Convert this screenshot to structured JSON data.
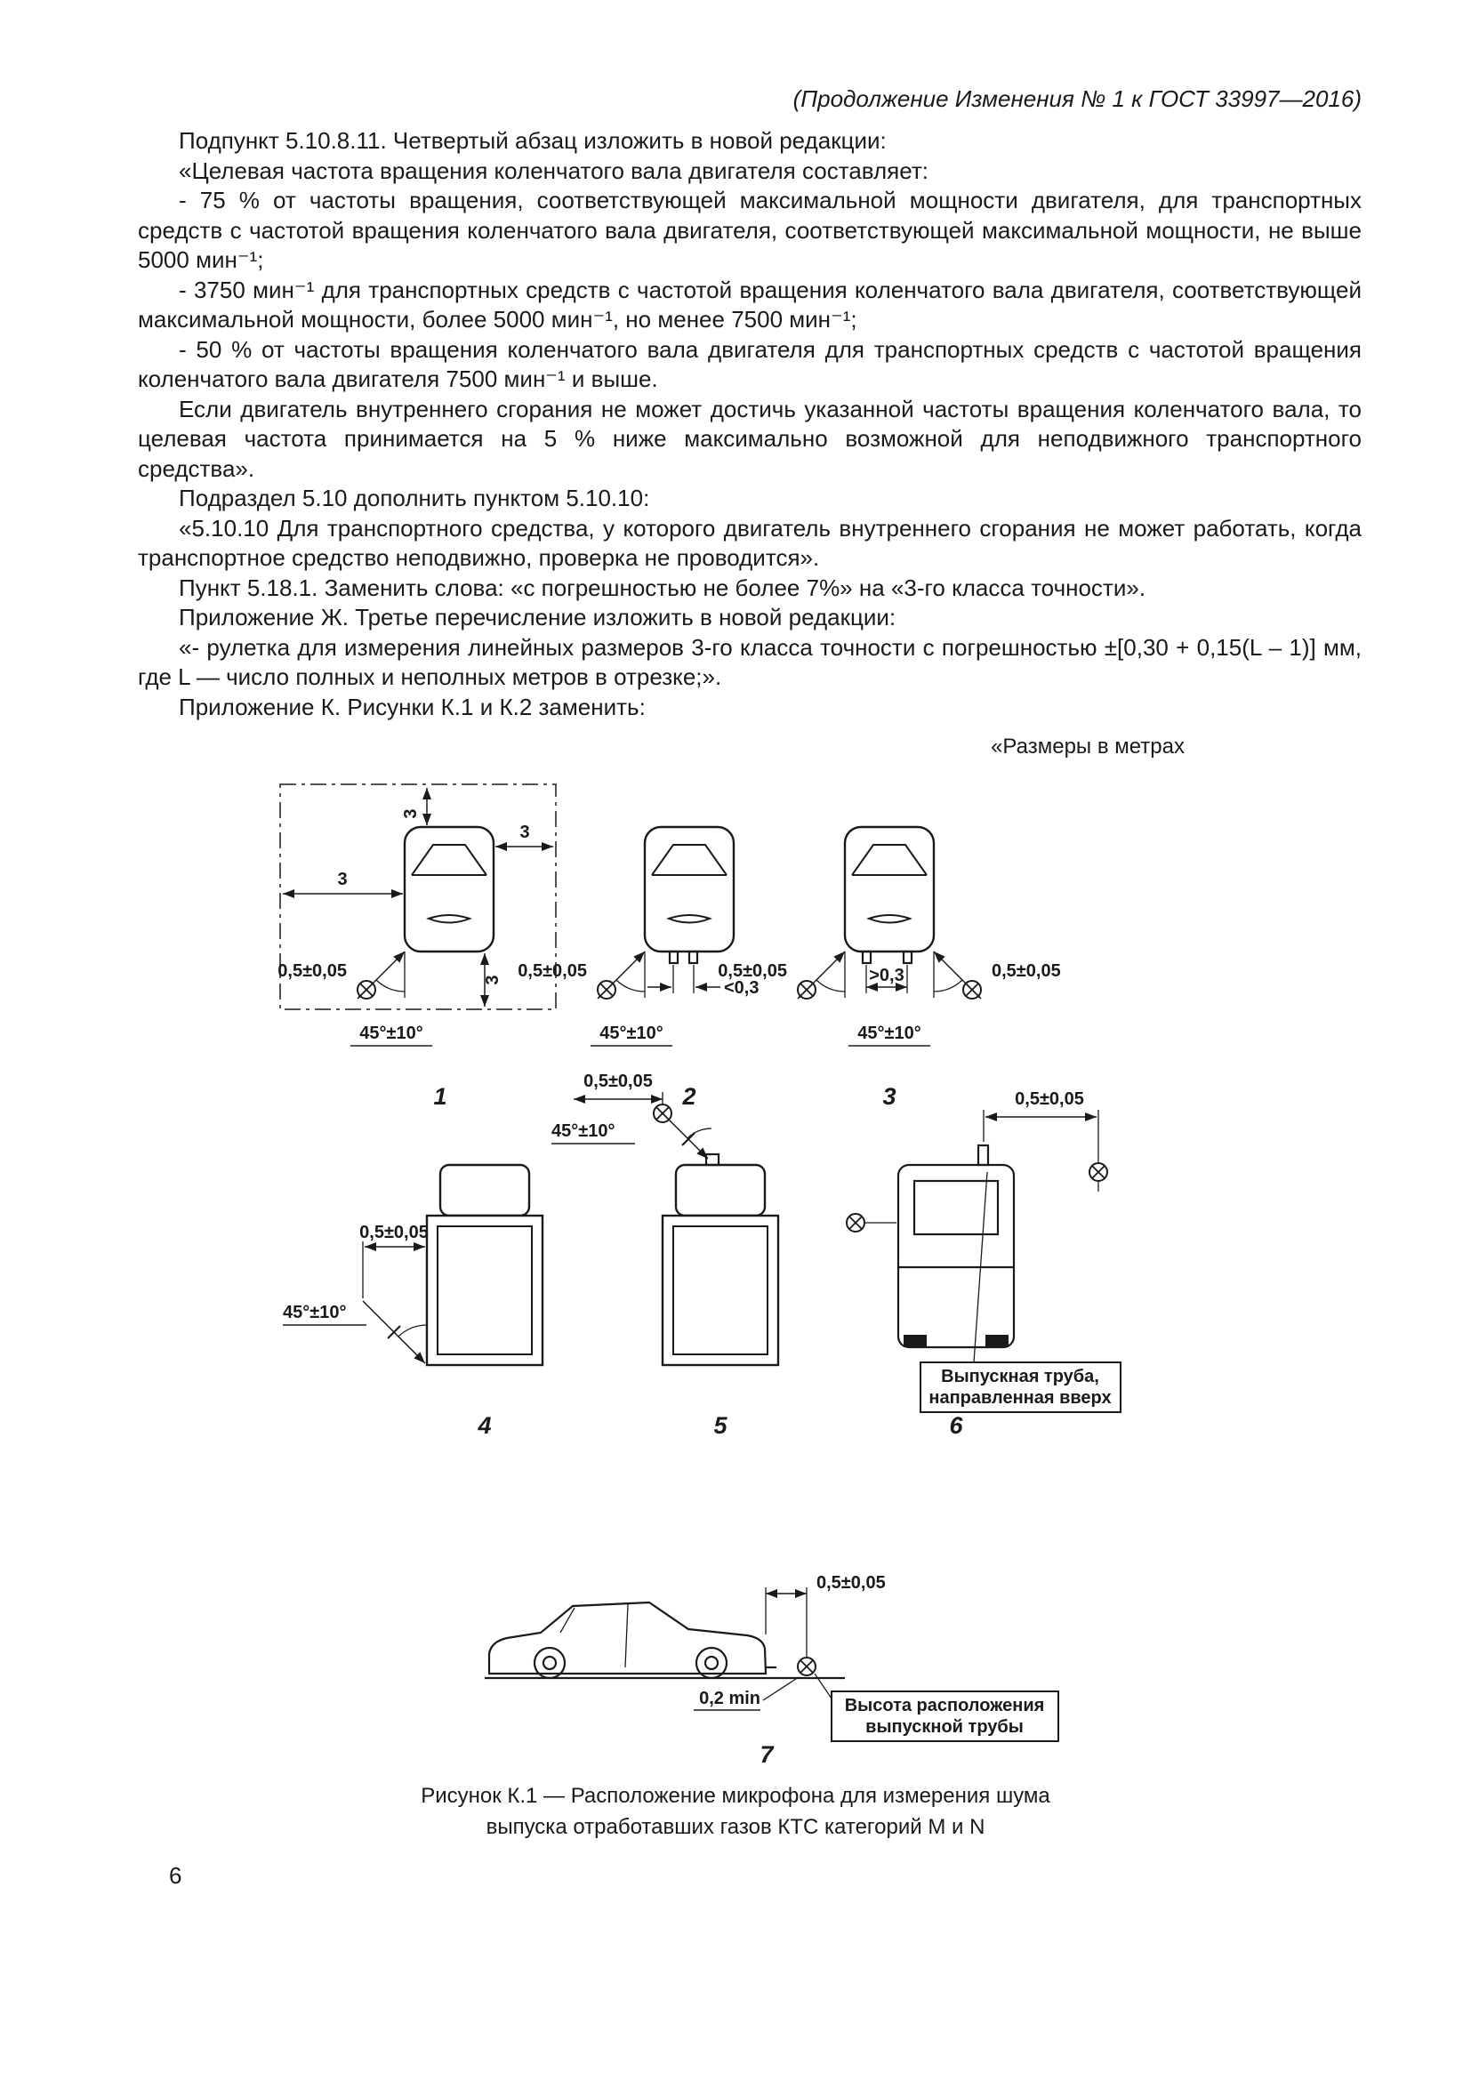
{
  "page": {
    "header": "(Продолжение Изменения № 1 к ГОСТ 33997—2016)",
    "number": "6"
  },
  "paragraphs": [
    "Подпункт 5.10.8.11. Четвертый абзац изложить в новой редакции:",
    "«Целевая частота вращения коленчатого вала двигателя составляет:",
    "- 75 % от частоты вращения, соответствующей максимальной мощности двигателя, для транспортных средств с частотой вращения коленчатого вала двигателя, соответствующей максимальной мощности, не выше 5000 мин⁻¹;",
    "- 3750 мин⁻¹ для транспортных средств с частотой вращения коленчатого вала двигателя, соответствующей максимальной мощности, более 5000 мин⁻¹, но менее 7500 мин⁻¹;",
    "- 50 % от частоты вращения коленчатого вала двигателя для транспортных средств с частотой вращения коленчатого вала двигателя 7500 мин⁻¹ и выше.",
    "Если двигатель внутреннего сгорания не может достичь указанной частоты вращения коленчатого вала, то целевая частота принимается на 5 % ниже максимально возможной для неподвижного транспортного средства».",
    "Подраздел 5.10 дополнить пунктом 5.10.10:",
    "«5.10.10 Для транспортного средства, у которого двигатель внутреннего сгорания не может работать, когда транспортное средство неподвижно, проверка не проводится».",
    "Пункт 5.18.1. Заменить слова: «с погрешностью не более 7%» на «3-го класса точности».",
    "Приложение Ж. Третье перечисление изложить в новой редакции:",
    "«- рулетка для измерения линейных размеров 3-го класса точности с погрешностью ±[0,30 + 0,15(L – 1)] мм, где L — число полных и неполных метров в отрезке;».",
    "Приложение К. Рисунки К.1 и К.2 заменить:"
  ],
  "figure": {
    "units_note": "«Размеры в метрах",
    "labels": {
      "dim_3": "3",
      "dist": "0,5±0,05",
      "angle": "45°±10°",
      "gap_lt": "<0,3",
      "gap_gt": ">0,3",
      "height_min": "0,2 min",
      "pipe_up_line1": "Выпускная труба,",
      "pipe_up_line2": "направленная вверх",
      "pipe_h_line1": "Высота расположения",
      "pipe_h_line2": "выпускной трубы"
    },
    "numbers": {
      "n1": "1",
      "n2": "2",
      "n3": "3",
      "n4": "4",
      "n5": "5",
      "n6": "6",
      "n7": "7"
    },
    "caption_line1": "Рисунок К.1 — Расположение микрофона для измерения шума",
    "caption_line2": "выпуска отработавших газов КТС категорий М и N"
  }
}
